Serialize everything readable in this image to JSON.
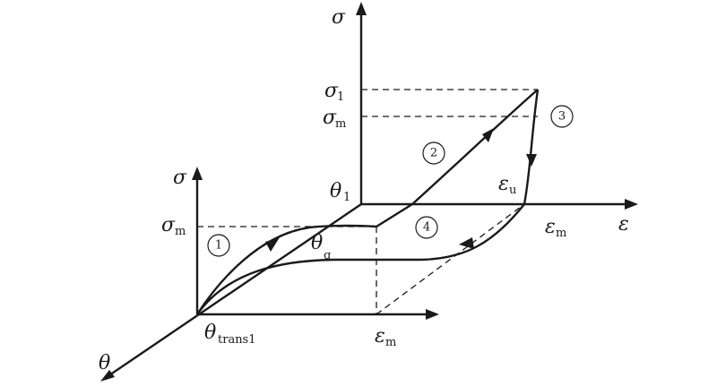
{
  "labels": {
    "sigma_top": "σ",
    "sigma_left": "σ",
    "sigma_1_sym": "σ",
    "sigma_1_sub": "1",
    "sigma_m_upper_sym": "σ",
    "sigma_m_upper_sub": "m",
    "sigma_m_left_sym": "σ",
    "sigma_m_left_sub": "m",
    "theta_1_sym": "θ",
    "theta_1_sub": "1",
    "theta_g_sym": "θ",
    "theta_g_sub": "g",
    "theta_trans1_sym": "θ",
    "theta_trans1_sub": "trans1",
    "theta_axis": "θ",
    "epsilon_axis": "ε",
    "epsilon_u_sym": "ε",
    "epsilon_u_sub": "u",
    "epsilon_m_right_sym": "ε",
    "epsilon_m_right_sub": "m",
    "epsilon_m_bottom_sym": "ε",
    "epsilon_m_bottom_sub": "m"
  },
  "steps": [
    "1",
    "2",
    "3",
    "4"
  ]
}
